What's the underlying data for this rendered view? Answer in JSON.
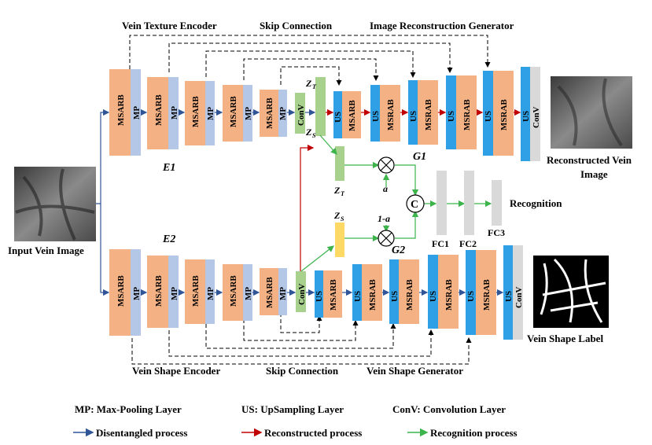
{
  "labels": {
    "vein_texture_encoder": "Vein Texture Encoder",
    "skip_connection_top": "Skip Connection",
    "image_reconstruction_generator": "Image Reconstruction Generator",
    "vein_shape_encoder": "Vein Shape Encoder",
    "skip_connection_bottom": "Skip Connection",
    "vein_shape_generator": "Vein Shape Generator",
    "input_vein_image": "Input Vein Image",
    "reconstructed_vein_image_line1": "Reconstructed Vein",
    "reconstructed_vein_image_line2": "Image",
    "vein_shape_label": "Vein Shape Label",
    "recognition": "Recognition",
    "e1": "E1",
    "e2": "E2",
    "g1": "G1",
    "g2": "G2",
    "zt_top": "Z",
    "zt_top_sub": "T",
    "zs_top": "Z",
    "zs_top_sub": "S",
    "zt_mid": "Z",
    "zt_mid_sub": "T",
    "zs_mid": "Z",
    "zs_mid_sub": "S",
    "alpha": "a",
    "one_minus_alpha": "1-a",
    "concat": "C",
    "fc1": "FC1",
    "fc2": "FC2",
    "fc3": "FC3"
  },
  "blocks": {
    "msarb": "MSARB",
    "msrab": "MSRAB",
    "mp": "MP",
    "us": "US",
    "conv": "ConV"
  },
  "legend": {
    "mp": "MP: Max-Pooling Layer",
    "us": "US: UpSampling Layer",
    "conv": "ConV: Convolution Layer",
    "disentangled": "Disentangled process",
    "reconstructed": "Reconstructed process",
    "recognition": "Recognition process"
  },
  "colors": {
    "msarb": "#f4b183",
    "mp": "#b4c7e7",
    "us": "#2fa0e6",
    "conv": "#a9d18e",
    "zs": "#ffd966",
    "fc": "#d9d9d9",
    "disentangled": "#2f5597",
    "reconstructed": "#c00000",
    "recognition": "#3cb44b"
  }
}
